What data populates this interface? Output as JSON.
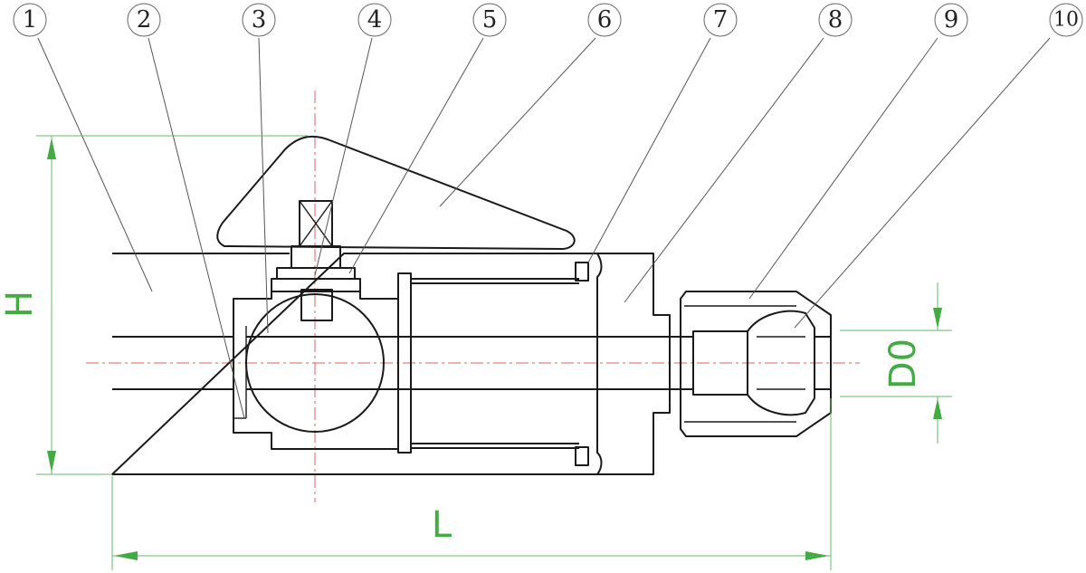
{
  "balloons": [
    {
      "label": "1"
    },
    {
      "label": "2"
    },
    {
      "label": "3"
    },
    {
      "label": "4"
    },
    {
      "label": "5"
    },
    {
      "label": "6"
    },
    {
      "label": "7"
    },
    {
      "label": "8"
    },
    {
      "label": "9"
    },
    {
      "label": "10"
    }
  ],
  "dimensions": {
    "height_label": "H",
    "length_label": "L",
    "bore_label": "D0"
  },
  "colors": {
    "outline": "#1a1a1a",
    "centerline": "#e06060",
    "dimension": "#44aa44"
  }
}
